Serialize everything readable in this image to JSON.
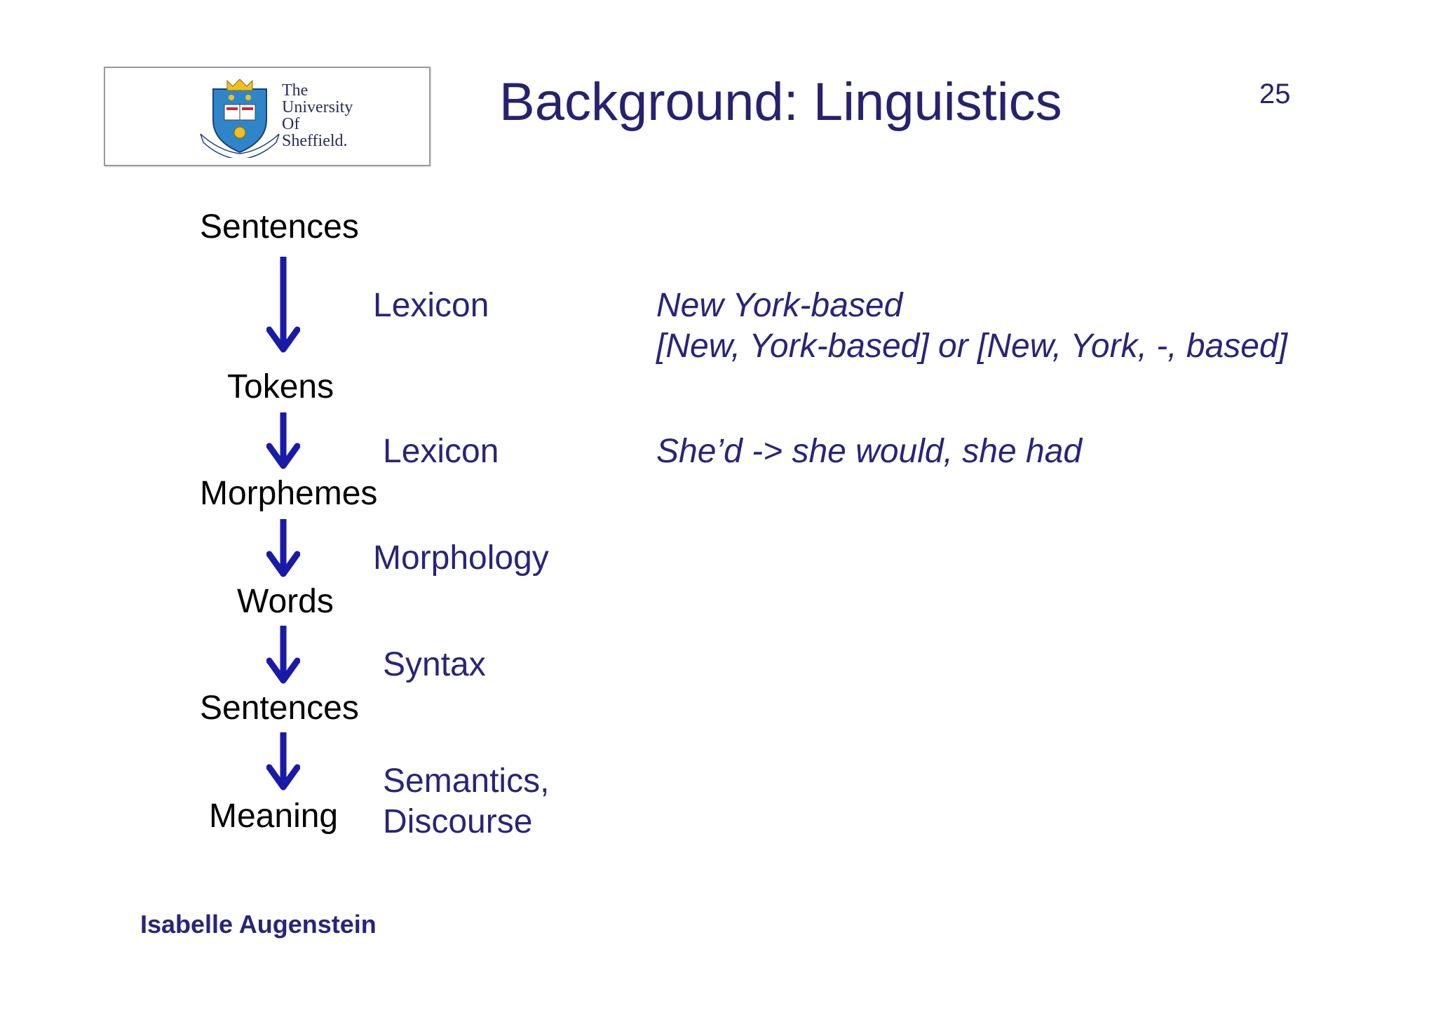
{
  "logo": {
    "university_lines": [
      "The",
      "University",
      "Of",
      "Sheffield."
    ]
  },
  "slide": {
    "title": "Background: Linguistics",
    "page_number": "25"
  },
  "pipeline": {
    "levels": [
      "Sentences",
      "Tokens",
      "Morphemes",
      "Words",
      "Sentences",
      "Meaning"
    ],
    "processes": [
      "Lexicon",
      "Lexicon",
      "Morphology",
      "Syntax",
      "Semantics,",
      "Discourse"
    ]
  },
  "examples": {
    "ex1_line1": "New York-based",
    "ex1_line2": "[New, York-based] or [New, York, -, based]",
    "ex2": "She’d -> she would, she had"
  },
  "footer": {
    "author": "Isabelle Augenstein"
  },
  "colors": {
    "title": "#26226e",
    "accent_blue": "#1a1aa8",
    "process_text": "#2a2478"
  }
}
